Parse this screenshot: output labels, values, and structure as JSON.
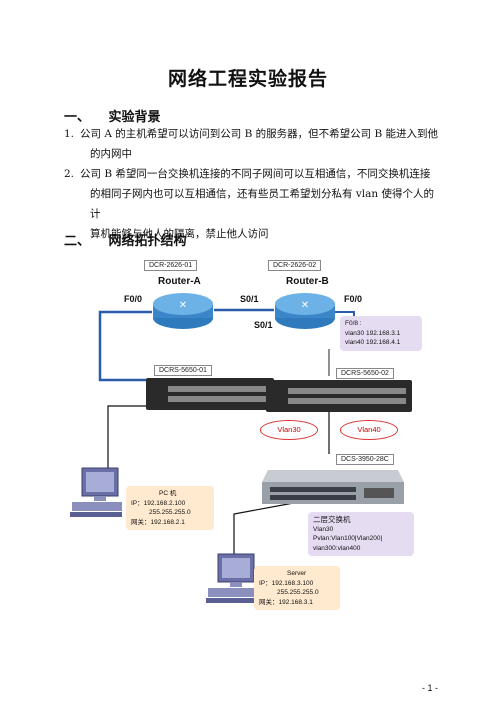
{
  "title": "网络工程实验报告",
  "section1": {
    "num": "一、",
    "heading": "实验背景",
    "items": [
      {
        "num": "1.",
        "line1": "公司 A 的主机希望可以访问到公司 B 的服务器，但不希望公司 B 能进入到他",
        "line2": "的内网中"
      },
      {
        "num": "2.",
        "line1": "公司 B 希望同一台交换机连接的不同子网间可以互相通信，不同交换机连接",
        "line2": "的相同子网内也可以互相通信，还有些员工希望划分私有 vlan 使得个人的计",
        "line3": "算机能够与他人的隔离，禁止他人访问"
      }
    ]
  },
  "section2": {
    "num": "二、",
    "heading": "网络拓扑结构"
  },
  "diagram": {
    "router_a_box": "DCR-2626-01",
    "router_b_box": "DCR-2626-02",
    "router_a_title": "Router-A",
    "router_b_title": "Router-B",
    "port_a_f0": "F0/0",
    "port_a_s0": "S0/1",
    "port_b_s0": "S0/1",
    "port_b_f0": "F0/0",
    "router_b_info": [
      "F0/8 :",
      "vlan30 192.168.3.1",
      "vlan40 192.168.4.1"
    ],
    "switch1_label": "DCRS-5650-01",
    "switch2_label": "DCRS-5650-02",
    "vlan30": "Vlan30",
    "vlan40": "Vlan40",
    "l3switch_label": "DCS-3950-28C",
    "l3switch_info": [
      "二层交换机",
      "Vlan30",
      "Pvlan:Vlan100|Vlan200|",
      "vlan300:vlan400"
    ],
    "pc_info": [
      "PC 机",
      "IP：192.168.2.100",
      "255.255.255.0",
      "网关：192.168.2.1"
    ],
    "server_info": [
      "Server",
      "IP：192.168.3.100",
      "255.255.255.0",
      "网关：192.168.3.1"
    ]
  },
  "page_number": "- 1 -",
  "colors": {
    "link": "#2a5caa",
    "router": "#3b86c8",
    "switch": "#2a2a2a",
    "vlan": "#cc0000",
    "pc_box": "#ffe9cf",
    "l3_box": "#e6dcf2"
  }
}
